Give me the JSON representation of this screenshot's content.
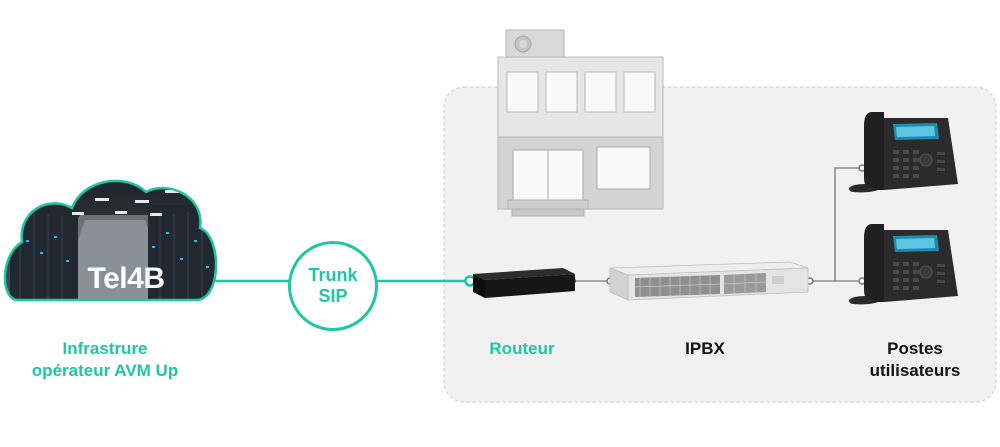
{
  "brand": "Tel4B",
  "trunk": {
    "line1": "Trunk",
    "line2": "SIP"
  },
  "labels": {
    "infra_line1": "Infrastrure",
    "infra_line2": "opérateur AVM Up",
    "router": "Routeur",
    "ipbx": "IPBX",
    "postes_line1": "Postes",
    "postes_line2": "utilisateurs"
  },
  "colors": {
    "accent": "#1ec6a4",
    "panel": "#f1f1f1",
    "dark_text": "#111111"
  },
  "icons": [
    "cloud-datacenter-icon",
    "building-icon",
    "router-icon",
    "ipbx-switch-icon",
    "desk-phone-icon"
  ]
}
